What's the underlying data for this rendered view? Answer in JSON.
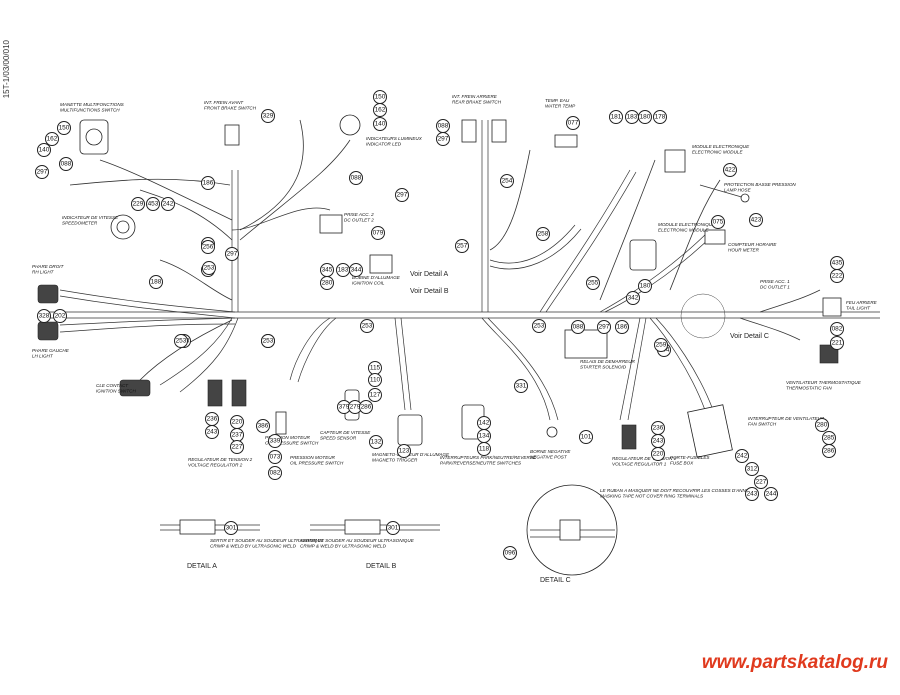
{
  "doc_code": "15T-1/03/00/010",
  "watermark": "www.partskatalog.ru",
  "detail_refs": {
    "a": "Voir Detail A",
    "b": "Voir Detail B",
    "c": "Voir Detail C"
  },
  "detail_titles": {
    "a": "DETAIL A",
    "b": "DETAIL B",
    "c": "DETAIL C"
  },
  "labels": {
    "multifunction_switch": [
      "MANETTE MULTIFONCTIONS",
      "MULTIFUNCTIONS SWITCH"
    ],
    "front_brake_switch": [
      "INT. FREIN AVANT",
      "FRONT BRAKE SWITCH"
    ],
    "rear_brake_switch": [
      "INT. FREIN ARRIERE",
      "REAR BRAKE SWITCH"
    ],
    "water_temp": [
      "TEMP. EAU",
      "WATER TEMP"
    ],
    "indicator_led": [
      "INDICATEURS LUMINEUX",
      "INDICATOR LED"
    ],
    "speedometer": [
      "INDICATEUR DE VITESSE",
      "SPEEDOMETER"
    ],
    "acc_outlet_2": [
      "PRISE ACC. 2",
      "DC OUTLET 2"
    ],
    "ignition_coil": [
      "BOBINE D'ALLUMAGE",
      "IGNITION COIL"
    ],
    "electronic_module_1": [
      "MODULE ELECTRONIQUE",
      "ELECTRONIC MODULE"
    ],
    "electronic_module_2": [
      "MODULE ELECTRONIQUE",
      "ELECTRONIC MODULE"
    ],
    "lamp_hose": [
      "PROTECTION BASSE PRESSION",
      "LAMP HOSE"
    ],
    "hour_meter": [
      "COMPTEUR HORAIRE",
      "HOUR METER"
    ],
    "acc_outlet_1": [
      "PRISE ACC. 1",
      "DC OUTLET 1"
    ],
    "tail_light": [
      "FEU ARRIERE",
      "TAIL LIGHT"
    ],
    "rh_light": [
      "PHARE DROIT",
      "RH LIGHT"
    ],
    "lh_light": [
      "PHARE GAUCHE",
      "LH LIGHT"
    ],
    "ignition_switch": [
      "CLE CONTACT",
      "IGNITION SWITCH"
    ],
    "starter_solenoid": [
      "RELAIS DE DEMARREUR",
      "STARTER SOLENOID"
    ],
    "fan_switch": [
      "VENTILATEUR THERMOSTATIQUE",
      "THERMOSTATIC FAN"
    ],
    "fan_interrupter": [
      "INTERRUPTEUR DE VENTILATEUR",
      "FAN SWITCH"
    ],
    "voltage_regulator_2": [
      "REGULATEUR DE TENSION 2",
      "VOLTAGE REGULATOR 2"
    ],
    "oil_pressure": [
      "PRESSION MOTEUR",
      "OIL PRESSURE SWITCH"
    ],
    "oil_pressure_2": [
      "PRESSION MOTEUR",
      "OIL PRESSURE SWITCH"
    ],
    "speed_sensor": [
      "CAPTEUR DE VITESSE",
      "SPEED SENSOR"
    ],
    "magneto_trigger": [
      "MAGNETO-CAPTEUR D'ALLUMAGE",
      "MAGNETO TRIGGER"
    ],
    "park_reverse": [
      "INTERRUPTEURS PARK/NEUTRE/REVERSE",
      "PARK/REVERSE/NEUTRE SWITCHES"
    ],
    "negative_post": [
      "BORNE NEGATIVE",
      "NEGATIVE POST"
    ],
    "voltage_regulator_1": [
      "REGULATEUR DE TENSION 1",
      "VOLTAGE REGULATOR 1"
    ],
    "fuse_box": [
      "PORTE-FUSIBLES",
      "FUSE BOX"
    ],
    "detail_a_note": [
      "SERTIR ET SOUDER AU SOUDEUR ULTRASONIQUE",
      "CRIMP & WELD BY ULTRASONIC WELD"
    ],
    "detail_b_note": [
      "SERTIR ET SOUDER AU SOUDEUR ULTRASONIQUE",
      "CRIMP & WELD BY ULTRASONIC WELD"
    ],
    "detail_c_note": [
      "LE RUBAN A MASQUER NE DOIT RECOUVRIR LES COSSES D'ANNEAU",
      "MASKING TAPE NOT COVER RING TERMINALS"
    ]
  },
  "callouts": [
    "150",
    "162",
    "140",
    "297",
    "088",
    "297",
    "229",
    "453",
    "242",
    "328",
    "202",
    "188",
    "253",
    "256",
    "186",
    "329",
    "150",
    "162",
    "140",
    "088",
    "297",
    "079",
    "297",
    "088",
    "254",
    "077",
    "181",
    "183",
    "180",
    "178",
    "422",
    "423",
    "075",
    "435",
    "222",
    "082",
    "221",
    "280",
    "285",
    "286",
    "345",
    "280",
    "183",
    "344",
    "331",
    "101",
    "142",
    "134",
    "118",
    "256",
    "253",
    "255",
    "253",
    "253",
    "253",
    "253",
    "379",
    "279",
    "286",
    "236",
    "243",
    "220",
    "237",
    "227",
    "386",
    "339",
    "073",
    "082",
    "115",
    "110",
    "127",
    "132",
    "123",
    "088",
    "297",
    "186",
    "236",
    "243",
    "220",
    "254",
    "242",
    "312",
    "227",
    "243",
    "244",
    "301",
    "301",
    "096",
    "253",
    "253",
    "257",
    "258",
    "342",
    "180",
    "259"
  ]
}
